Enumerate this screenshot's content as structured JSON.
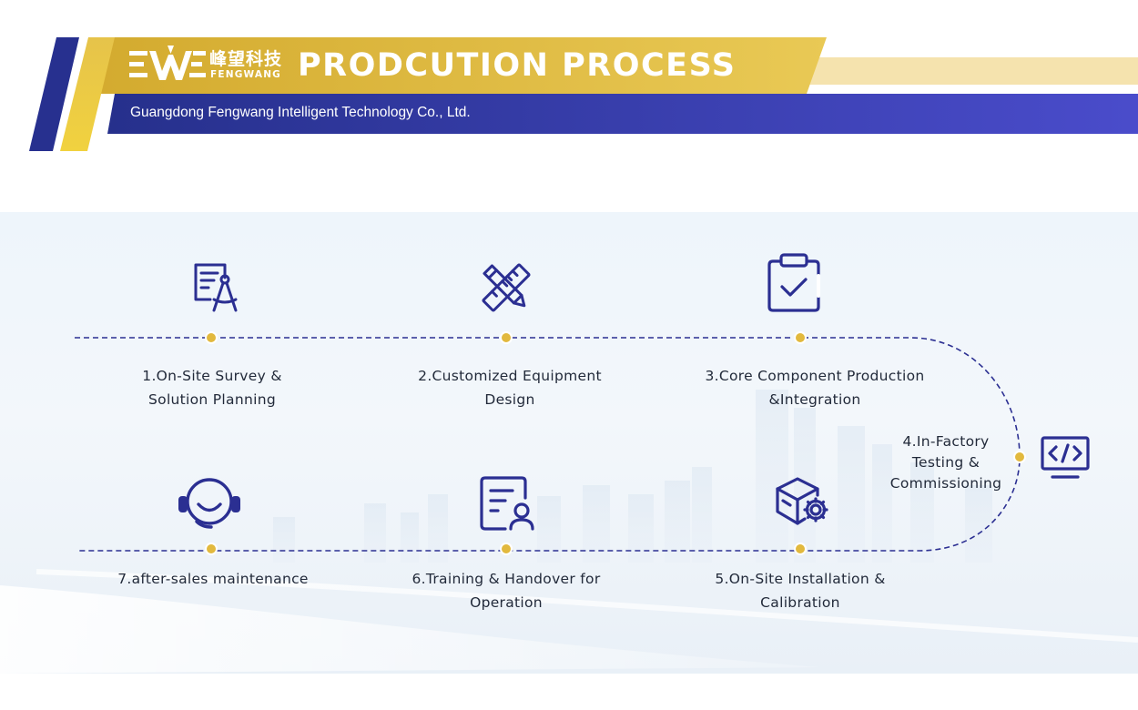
{
  "header": {
    "logo_cn": "峰望科技",
    "logo_en": "FENGWANG",
    "title": "PRODCUTION PROCESS",
    "subtitle": "Guangdong Fengwang Intelligent Technology Co., Ltd."
  },
  "colors": {
    "gold": "#d9b53a",
    "gold_light": "#f5e3ae",
    "navy": "#27308f",
    "indigo": "#4747c4",
    "dot": "#e2b93e",
    "icon": "#2b2f92",
    "text": "#222a3a"
  },
  "steps": [
    {
      "number": 1,
      "lines": [
        "1.On-Site Survey &",
        "Solution Planning"
      ],
      "icon": "survey-compass-icon"
    },
    {
      "number": 2,
      "lines": [
        "2.Customized Equipment",
        "Design"
      ],
      "icon": "pencil-ruler-icon"
    },
    {
      "number": 3,
      "lines": [
        "3.Core Component Production",
        "&Integration"
      ],
      "icon": "clipboard-check-icon"
    },
    {
      "number": 4,
      "lines": [
        "4.In-Factory",
        "Testing &",
        "Commissioning"
      ],
      "icon": "code-monitor-icon"
    },
    {
      "number": 5,
      "lines": [
        "5.On-Site Installation &",
        "Calibration"
      ],
      "icon": "box-gear-icon"
    },
    {
      "number": 6,
      "lines": [
        "6.Training & Handover for",
        "Operation"
      ],
      "icon": "document-user-icon"
    },
    {
      "number": 7,
      "lines": [
        "7.after-sales maintenance"
      ],
      "icon": "headset-icon"
    }
  ]
}
